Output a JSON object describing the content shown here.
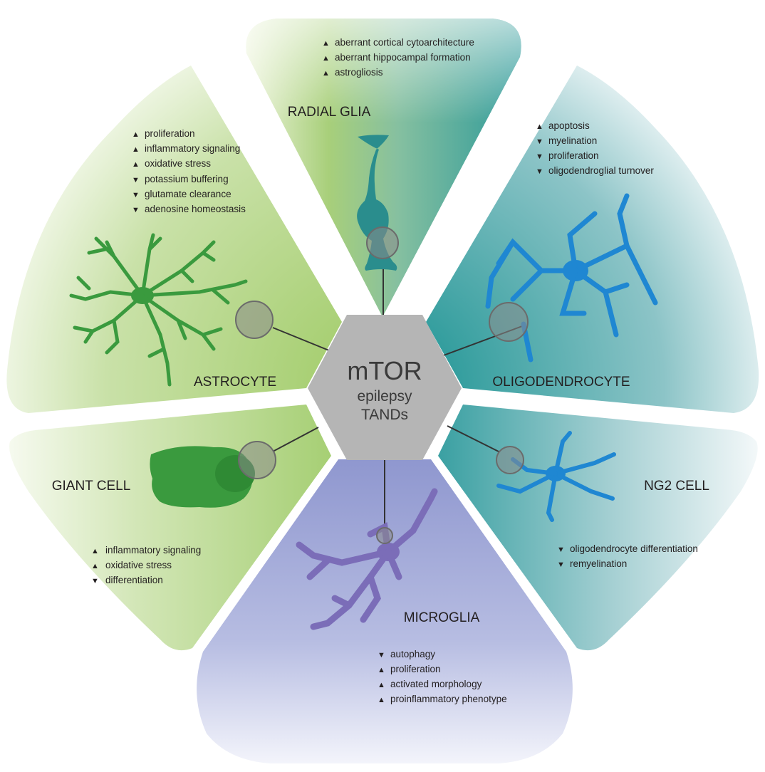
{
  "hub": {
    "title": "mTOR",
    "line1": "epilepsy",
    "line2": "TANDs"
  },
  "colors": {
    "green": "#3a9a3e",
    "teal": "#1e8f93",
    "blue": "#1f87d2",
    "purple": "#7b6db8",
    "hub": "#b5b5b5"
  },
  "segments": {
    "radial_glia": {
      "title": "RADIAL GLIA",
      "items": [
        {
          "dir": "up",
          "arrow": "▲",
          "text": "aberrant cortical cytoarchitecture"
        },
        {
          "dir": "up",
          "arrow": "▲",
          "text": "aberrant hippocampal formation"
        },
        {
          "dir": "up",
          "arrow": "▲",
          "text": "astrogliosis"
        }
      ]
    },
    "astrocyte": {
      "title": "ASTROCYTE",
      "items": [
        {
          "dir": "up",
          "arrow": "▲",
          "text": "proliferation"
        },
        {
          "dir": "up",
          "arrow": "▲",
          "text": "inflammatory signaling"
        },
        {
          "dir": "up",
          "arrow": "▲",
          "text": "oxidative stress"
        },
        {
          "dir": "down",
          "arrow": "▼",
          "text": "potassium buffering"
        },
        {
          "dir": "down",
          "arrow": "▼",
          "text": "glutamate clearance"
        },
        {
          "dir": "down",
          "arrow": "▼",
          "text": "adenosine homeostasis"
        }
      ]
    },
    "oligodendrocyte": {
      "title": "OLIGODENDROCYTE",
      "items": [
        {
          "dir": "up",
          "arrow": "▲",
          "text": "apoptosis"
        },
        {
          "dir": "down",
          "arrow": "▼",
          "text": "myelination"
        },
        {
          "dir": "down",
          "arrow": "▼",
          "text": "proliferation"
        },
        {
          "dir": "down",
          "arrow": "▼",
          "text": "oligodendroglial turnover"
        }
      ]
    },
    "giant_cell": {
      "title": "GIANT CELL",
      "items": [
        {
          "dir": "up",
          "arrow": "▲",
          "text": "inflammatory signaling"
        },
        {
          "dir": "up",
          "arrow": "▲",
          "text": "oxidative stress"
        },
        {
          "dir": "down",
          "arrow": "▼",
          "text": "differentiation"
        }
      ]
    },
    "ng2_cell": {
      "title": "NG2 CELL",
      "items": [
        {
          "dir": "down",
          "arrow": "▼",
          "text": "oligodendrocyte differentiation"
        },
        {
          "dir": "down",
          "arrow": "▼",
          "text": "remyelination"
        }
      ]
    },
    "microglia": {
      "title": "MICROGLIA",
      "items": [
        {
          "dir": "down",
          "arrow": "▼",
          "text": "autophagy"
        },
        {
          "dir": "up",
          "arrow": "▲",
          "text": "proliferation"
        },
        {
          "dir": "up",
          "arrow": "▲",
          "text": "activated morphology"
        },
        {
          "dir": "up",
          "arrow": "▲",
          "text": "proinflammatory phenotype"
        }
      ]
    }
  }
}
